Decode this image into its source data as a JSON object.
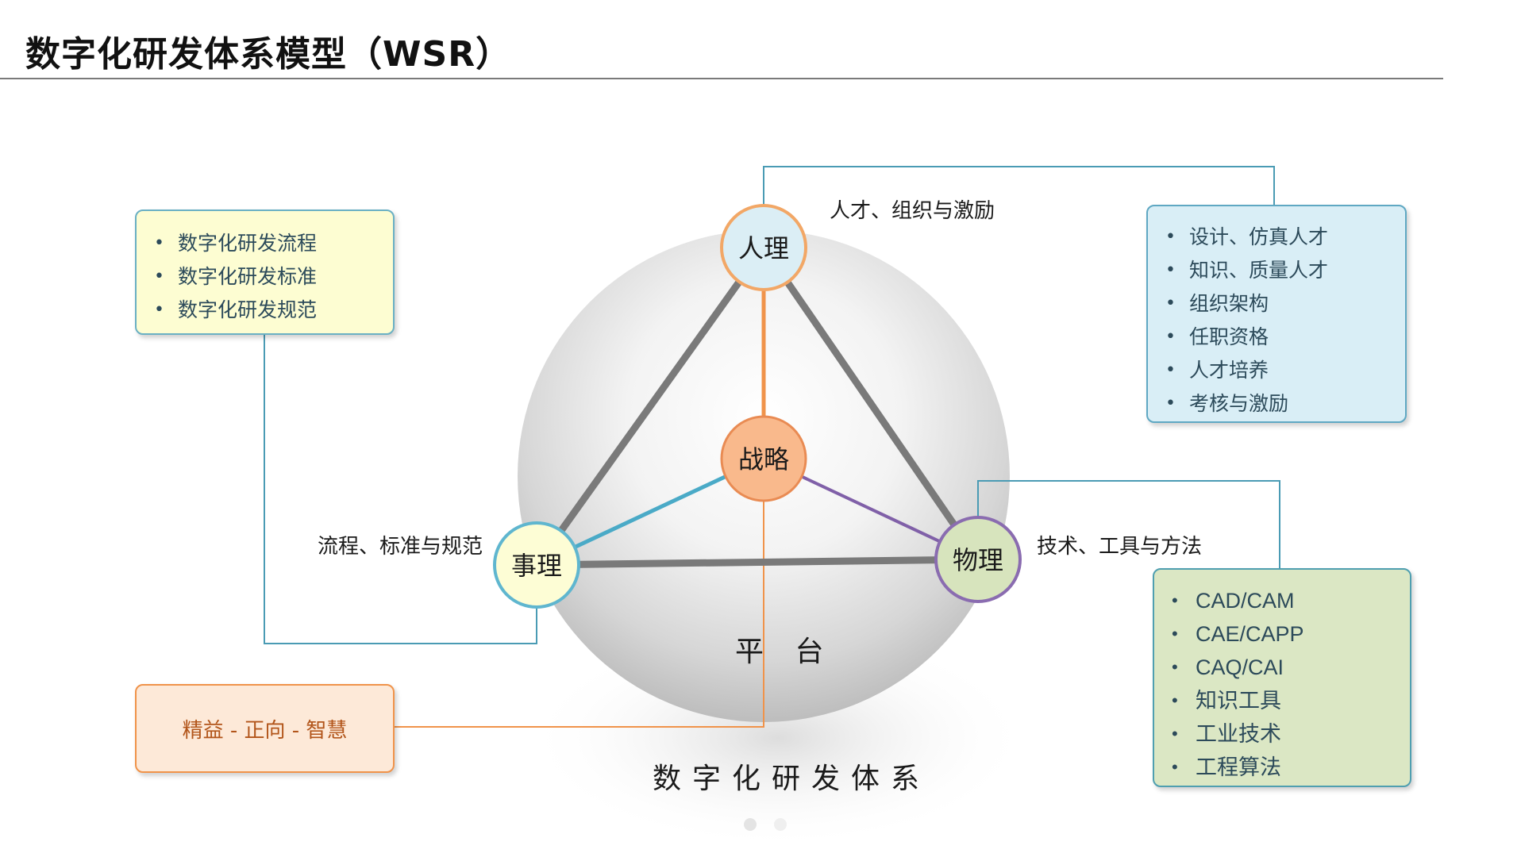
{
  "title": "数字化研发体系模型（WSR）",
  "nodes": {
    "renli": "人理",
    "zhanlue": "战略",
    "shili": "事理",
    "wuli": "物理"
  },
  "edge_labels": {
    "renli": "人才、组织与激励",
    "shili": "流程、标准与规范",
    "wuli": "技术、工具与方法"
  },
  "platform_label": "平 台",
  "system_label": "数字化研发体系",
  "boxes": {
    "renli_items": [
      "设计、仿真人才",
      "知识、质量人才",
      "组织架构",
      "任职资格",
      "人才培养",
      "考核与激励"
    ],
    "shili_items": [
      "数字化研发流程",
      "数字化研发标准",
      "数字化研发规范"
    ],
    "wuli_items": [
      "CAD/CAM",
      "CAE/CAPP",
      "CAQ/CAI",
      "知识工具",
      "工业技术",
      "工程算法"
    ],
    "zhanlue_text": "精益 - 正向 - 智慧"
  },
  "bullet": "•",
  "colors": {
    "renli": "#dbeef5",
    "zhanlue": "#f9b98c",
    "shili": "#fdfdd5",
    "wuli": "#d7e4bd",
    "renli_line": "#f0934a",
    "shili_line": "#4aaac7",
    "wuli_line": "#8060a8",
    "triangle": "#7a7a7a",
    "connector": "#4a9bb4",
    "orange_connector": "#f0934a"
  }
}
